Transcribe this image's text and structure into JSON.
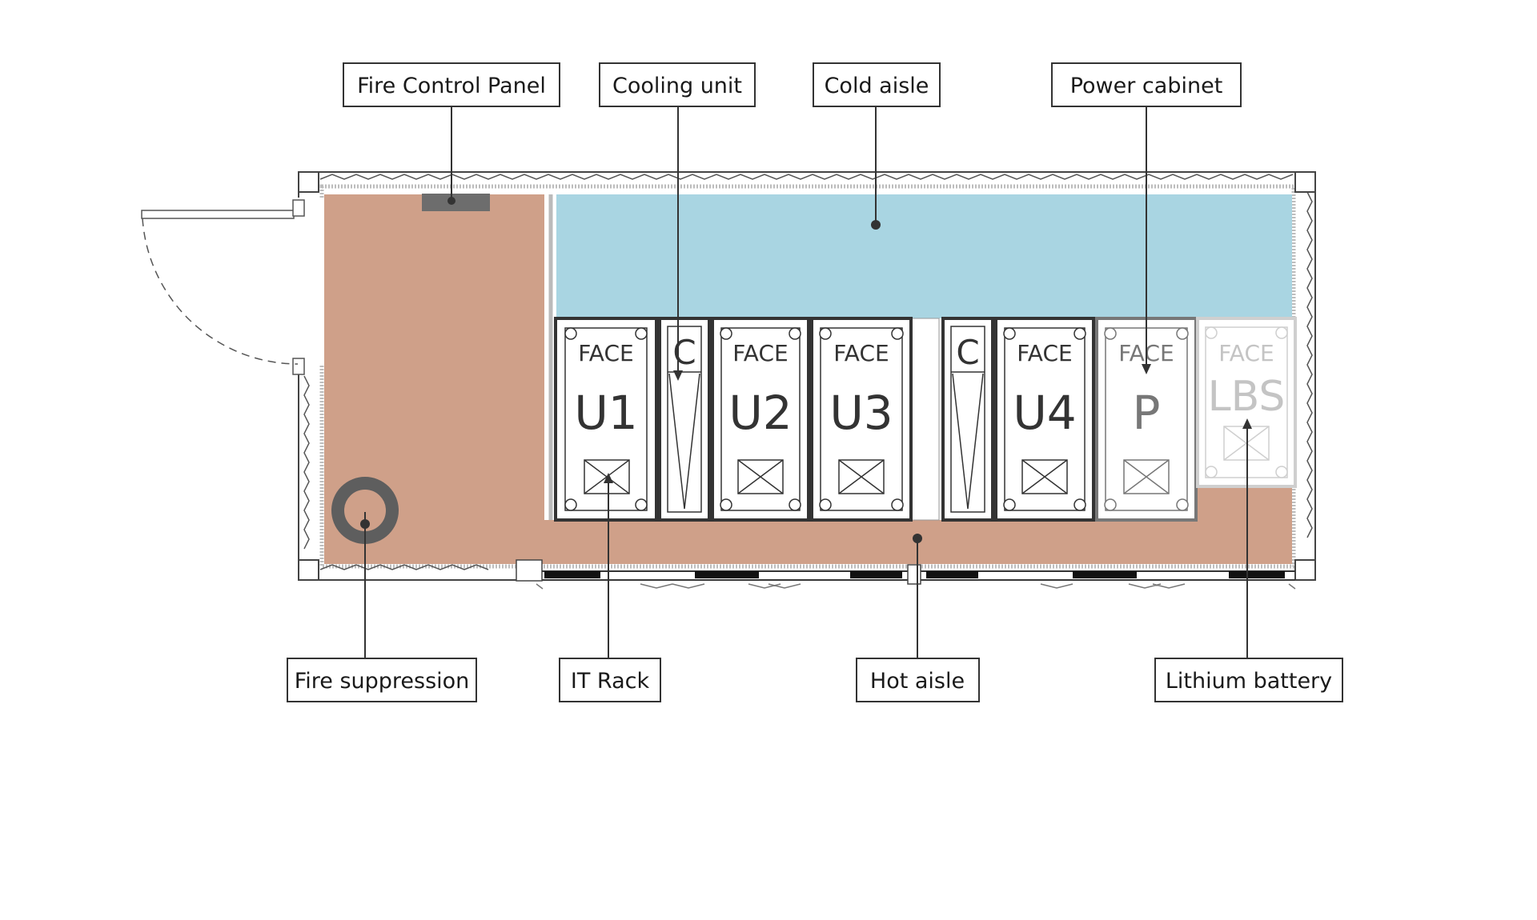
{
  "colors": {
    "floor": "#cfa089",
    "cold_aisle": "#a9d5e2",
    "outline_dark": "#333333",
    "outline_mid": "#777777",
    "outline_light": "#c8c8c8",
    "fire_panel": "#6d6d6d",
    "suppression": "#5e5e5e"
  },
  "callouts": {
    "fire_control_panel": "Fire Control Panel",
    "cooling_unit": "Cooling unit",
    "cold_aisle": "Cold aisle",
    "power_cabinet": "Power cabinet",
    "fire_suppression": "Fire suppression",
    "it_rack": "IT Rack",
    "hot_aisle": "Hot aisle",
    "lithium_battery": "Lithium battery"
  },
  "units": {
    "face_label": "FACE",
    "u1": "U1",
    "u2": "U2",
    "u3": "U3",
    "u4": "U4",
    "cooling_1": "C",
    "cooling_2": "C",
    "power": "P",
    "lbs": "LBS"
  },
  "icons": {
    "door_swing": "door-swing-icon",
    "rack_cross": "rack-cross-icon",
    "fire_suppression": "fire-suppression-icon"
  }
}
